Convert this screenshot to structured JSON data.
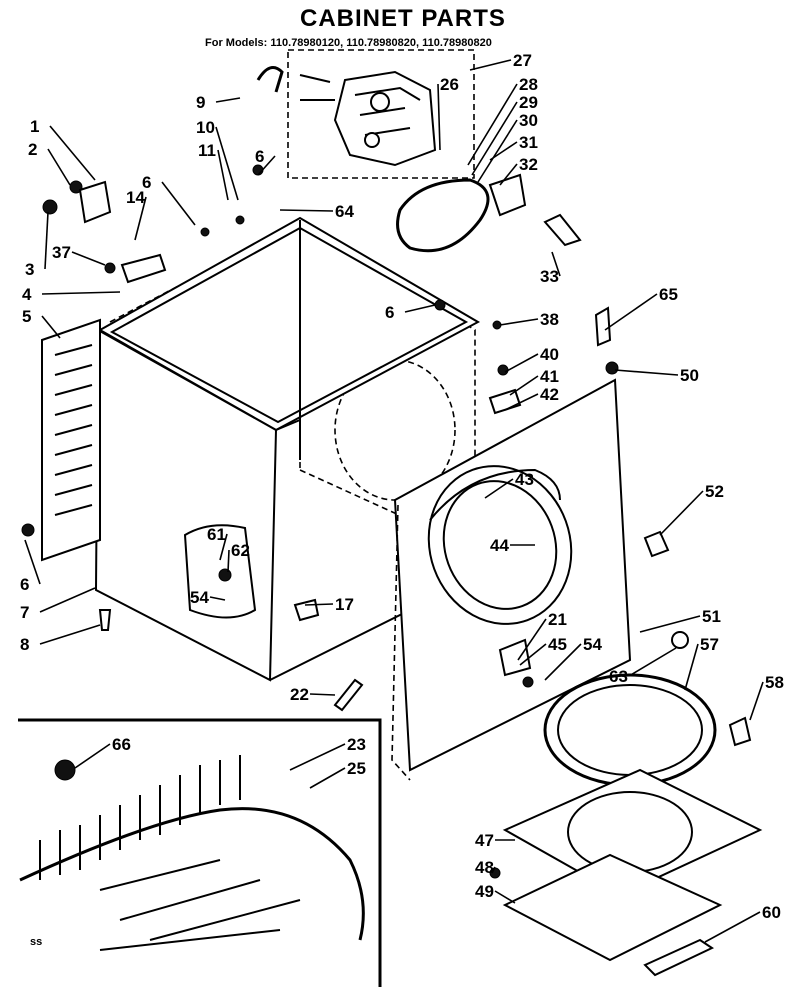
{
  "title": "CABINET PARTS",
  "subtitle": "For Models: 110.78980120, 110.78980820, 110.78980820",
  "corner_mark": "ss",
  "part_labels": [
    "1",
    "2",
    "3",
    "4",
    "5",
    "6",
    "6",
    "6",
    "6",
    "7",
    "8",
    "9",
    "10",
    "11",
    "14",
    "17",
    "21",
    "22",
    "23",
    "25",
    "26",
    "27",
    "28",
    "29",
    "30",
    "31",
    "32",
    "33",
    "37",
    "38",
    "40",
    "41",
    "42",
    "43",
    "44",
    "45",
    "47",
    "48",
    "49",
    "50",
    "51",
    "52",
    "54",
    "54",
    "57",
    "58",
    "60",
    "61",
    "62",
    "63",
    "64",
    "65",
    "66"
  ]
}
